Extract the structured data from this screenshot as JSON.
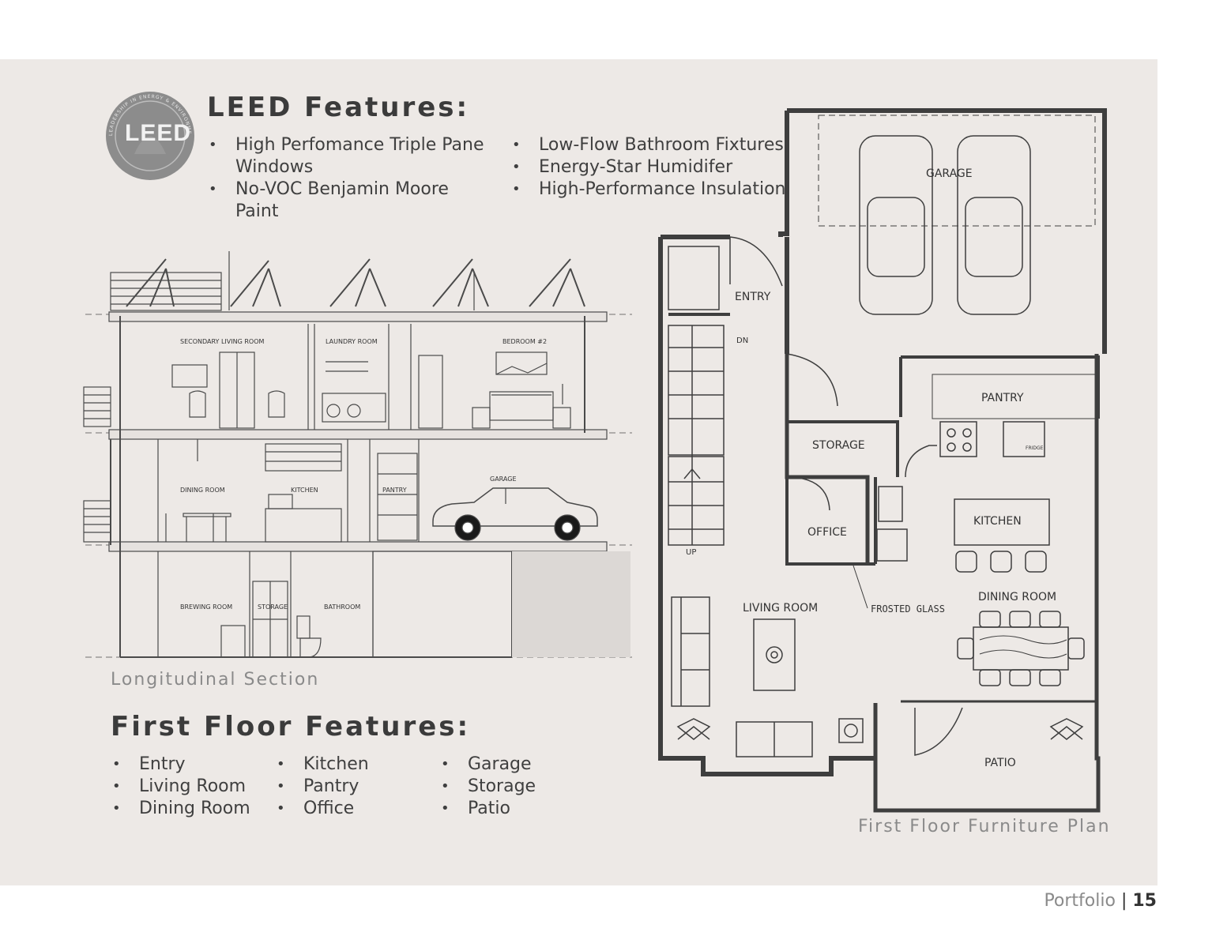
{
  "leed": {
    "badge_text": "LEED",
    "badge_ring_text": "LEADERSHIP IN ENERGY & ENVIRONMENTAL DESIGN",
    "title": "LEED Features:",
    "col1": [
      "High Perfomance Triple Pane Windows",
      "No-VOC Benjamin Moore Paint"
    ],
    "col2": [
      "Low-Flow Bathroom Fixtures",
      "Energy-Star Humidifer",
      "High-Performance Insulation"
    ]
  },
  "section": {
    "caption": "Longitudinal Section",
    "labels": {
      "secondary_living": "SECONDARY LIVING ROOM",
      "laundry": "LAUNDRY ROOM",
      "bedroom2": "BEDROOM #2",
      "dining": "DINING ROOM",
      "kitchen": "KITCHEN",
      "pantry": "PANTRY",
      "garage": "GARAGE",
      "brewing": "BREWING ROOM",
      "storage": "STORAGE",
      "bathroom": "BATHROOM"
    }
  },
  "first_floor": {
    "title": "First Floor Features:",
    "col1": [
      "Entry",
      "Living Room",
      "Dining Room"
    ],
    "col2": [
      "Kitchen",
      "Pantry",
      "Office"
    ],
    "col3": [
      "Garage",
      "Storage",
      "Patio"
    ]
  },
  "plan": {
    "caption": "First Floor Furniture Plan",
    "labels": {
      "garage": "GARAGE",
      "entry": "ENTRY",
      "dn": "DN",
      "pantry": "PANTRY",
      "storage": "STORAGE",
      "office": "OFFICE",
      "kitchen": "KITCHEN",
      "fridge": "FRIDGE",
      "up": "UP",
      "living": "LIVING ROOM",
      "frosted": "FROSTED GLASS",
      "dining": "DINING ROOM",
      "patio": "PATIO"
    }
  },
  "footer": {
    "label": "Portfolio",
    "separator": "|",
    "page": "15"
  }
}
